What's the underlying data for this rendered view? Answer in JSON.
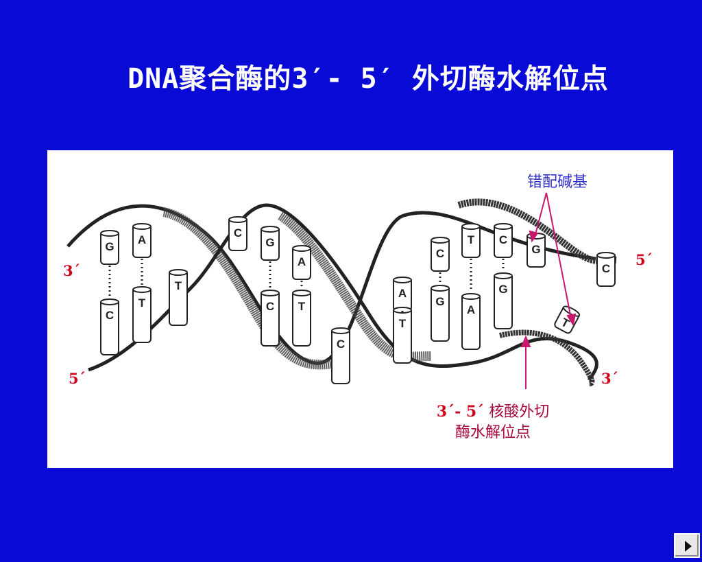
{
  "slide": {
    "title": "DNA聚合酶的3′- 5′ 外切酶水解位点"
  },
  "diagram": {
    "label_mismatch": "错配碱基",
    "label_site_nums": "3´- 5´",
    "label_site_line1": "核酸外切",
    "label_site_line2": "酶水解位点",
    "end_top_left": "3´",
    "end_bottom_left": "5´",
    "end_top_right": "5´",
    "end_bottom_right": "3´",
    "pairs": [
      {
        "top": "G",
        "bottom": "C",
        "paired": true
      },
      {
        "top": "A",
        "bottom": "T",
        "paired": true
      },
      {
        "top": "",
        "bottom": "T",
        "paired": false
      },
      {
        "top": "C",
        "bottom": "",
        "paired": true
      },
      {
        "top": "G",
        "bottom": "C",
        "paired": true
      },
      {
        "top": "A",
        "bottom": "T",
        "paired": true
      },
      {
        "top": "",
        "bottom": "C",
        "paired": false
      },
      {
        "top": "A",
        "bottom": "T",
        "paired": true
      },
      {
        "top": "C",
        "bottom": "G",
        "paired": true
      },
      {
        "top": "T",
        "bottom": "A",
        "paired": true
      },
      {
        "top": "C",
        "bottom": "G",
        "paired": true
      },
      {
        "top": "G",
        "bottom": "",
        "paired": false
      },
      {
        "top": "",
        "bottom": "T",
        "paired": false
      },
      {
        "top": "C",
        "bottom": "",
        "paired": false
      }
    ],
    "colors": {
      "background": "#0a0ad6",
      "end_labels": "#d0021b",
      "mismatch_label": "#3232c8",
      "arrows": "#c8176e"
    }
  },
  "controls": {
    "next_icon": "play-triangle-icon"
  }
}
